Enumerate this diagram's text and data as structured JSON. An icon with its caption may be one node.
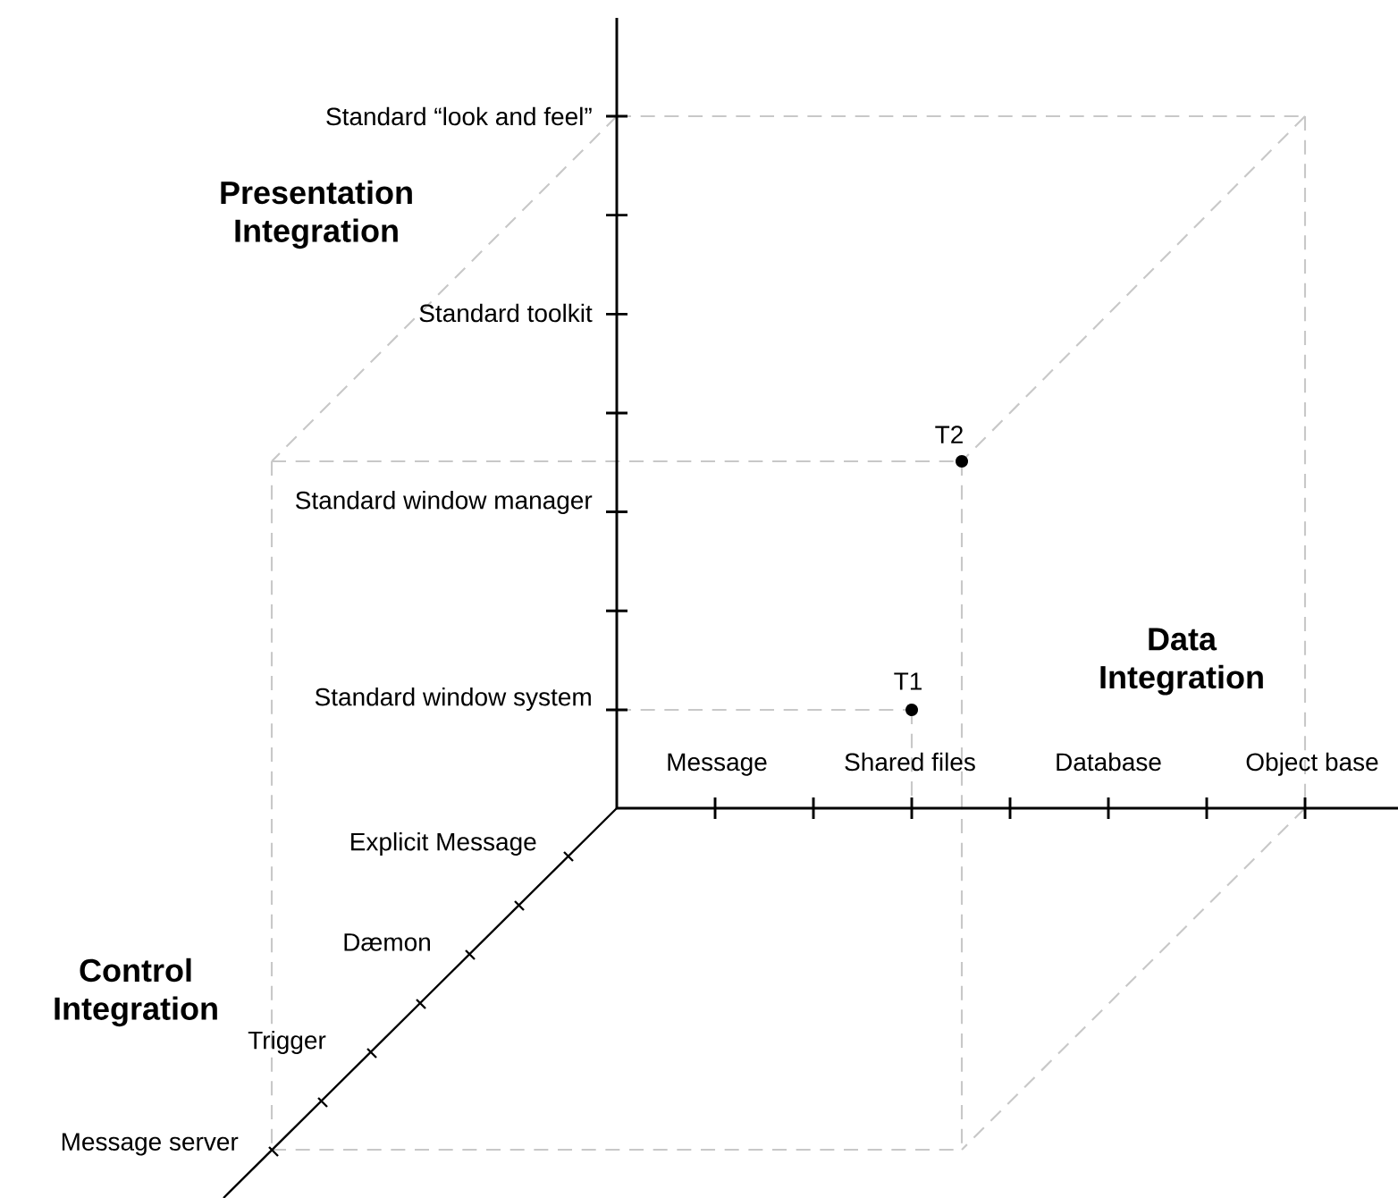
{
  "diagram": {
    "labels": [
      "Standard “look and feel”",
      "Presentation Integration",
      "Standard toolkit",
      "T2",
      "Standard window manager",
      "Data Integration",
      "T1",
      "Standard window system",
      "Message",
      "Shared files",
      "Database",
      "Object base",
      "Explicit Message",
      "Dæmon",
      "Control Integration",
      "Trigger",
      "Message server"
    ]
  }
}
